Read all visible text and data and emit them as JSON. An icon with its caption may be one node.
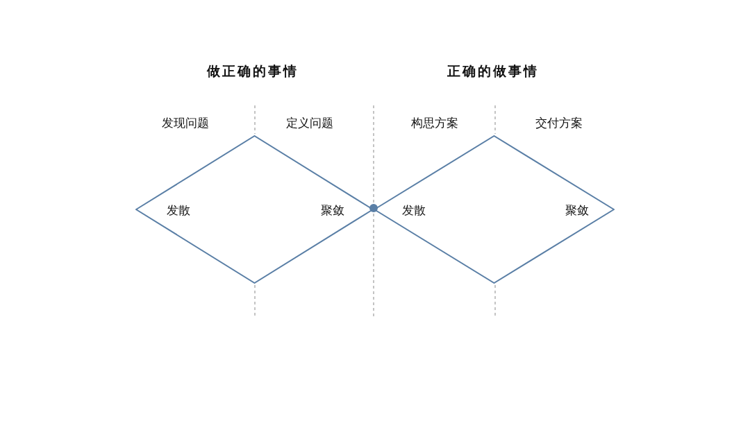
{
  "diagram": {
    "nodes": [
      {
        "text": [
          "发散",
          "聚敛"
        ]
      },
      {
        "text": [
          "发散",
          "聚敛"
        ]
      }
    ],
    "labels": [
      "做正确的事情",
      "正确的做事情",
      "发现问题",
      "定义问题",
      "构思方案",
      "交付方案"
    ]
  }
}
